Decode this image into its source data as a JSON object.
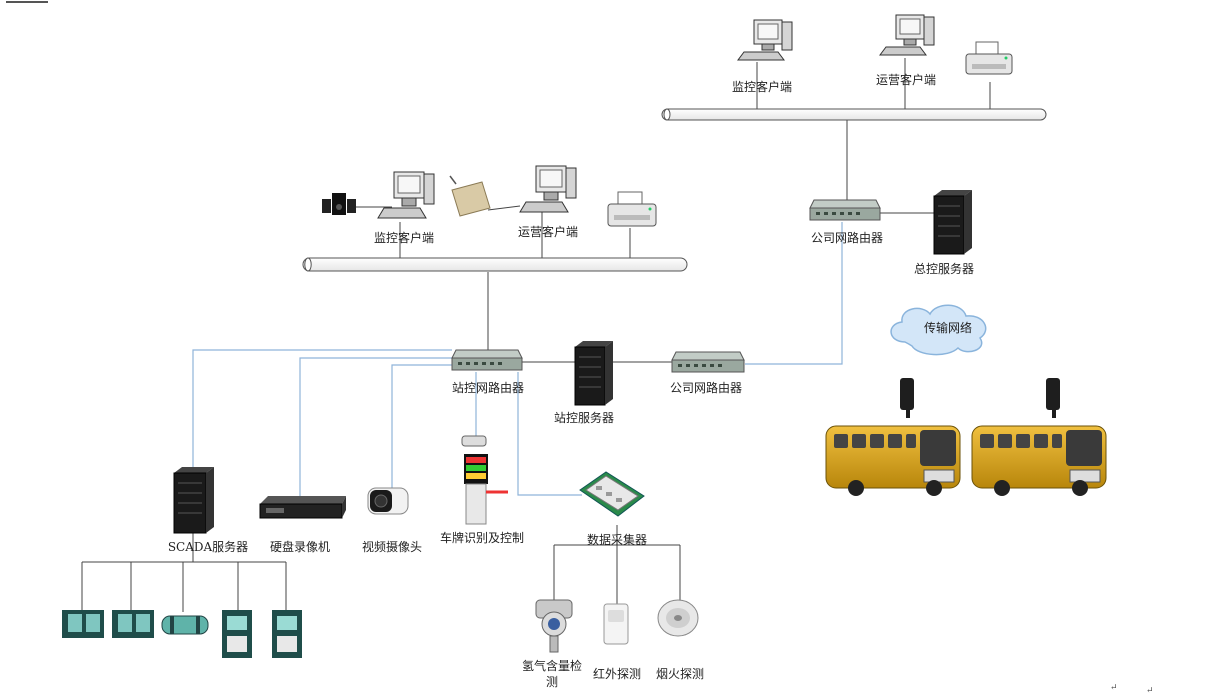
{
  "colors": {
    "blue_link": "#8fb4d9",
    "gray_link": "#444444",
    "bus_body": "#d8a620",
    "cloud": "#cfe4f7",
    "server_dark": "#1a1a1a",
    "router": "#9aa89f"
  },
  "labels": {
    "hq_monitor_client": "监控客户端",
    "hq_ops_client": "运营客户端",
    "station_monitor_client": "监控客户端",
    "station_ops_client": "运营客户端",
    "company_router_top": "公司网路由器",
    "master_server": "总控服务器",
    "transmission_network": "传输网络",
    "station_router": "站控网路由器",
    "station_server": "站控服务器",
    "company_router_mid": "公司网路由器",
    "scada_server": "SCADA服务器",
    "dvr": "硬盘录像机",
    "camera": "视频摄像头",
    "plate_recognition": "车牌识别及控制",
    "data_collector": "数据采集器",
    "hydrogen_detect": "氢气含量检测",
    "infrared_detect": "红外探测",
    "smoke_detect": "烟火探测"
  },
  "icons": [
    "desktop-computer-icon",
    "printer-icon",
    "speaker-icon",
    "modem-icon",
    "router-icon",
    "rack-server-icon",
    "cloud-icon",
    "bus-icon",
    "gps-tracker-icon",
    "dvr-icon",
    "bullet-camera-icon",
    "license-plate-barrier-icon",
    "data-acquisition-board-icon",
    "gas-sensor-icon",
    "infrared-detector-icon",
    "smoke-detector-icon",
    "dispenser-unit-icon"
  ]
}
